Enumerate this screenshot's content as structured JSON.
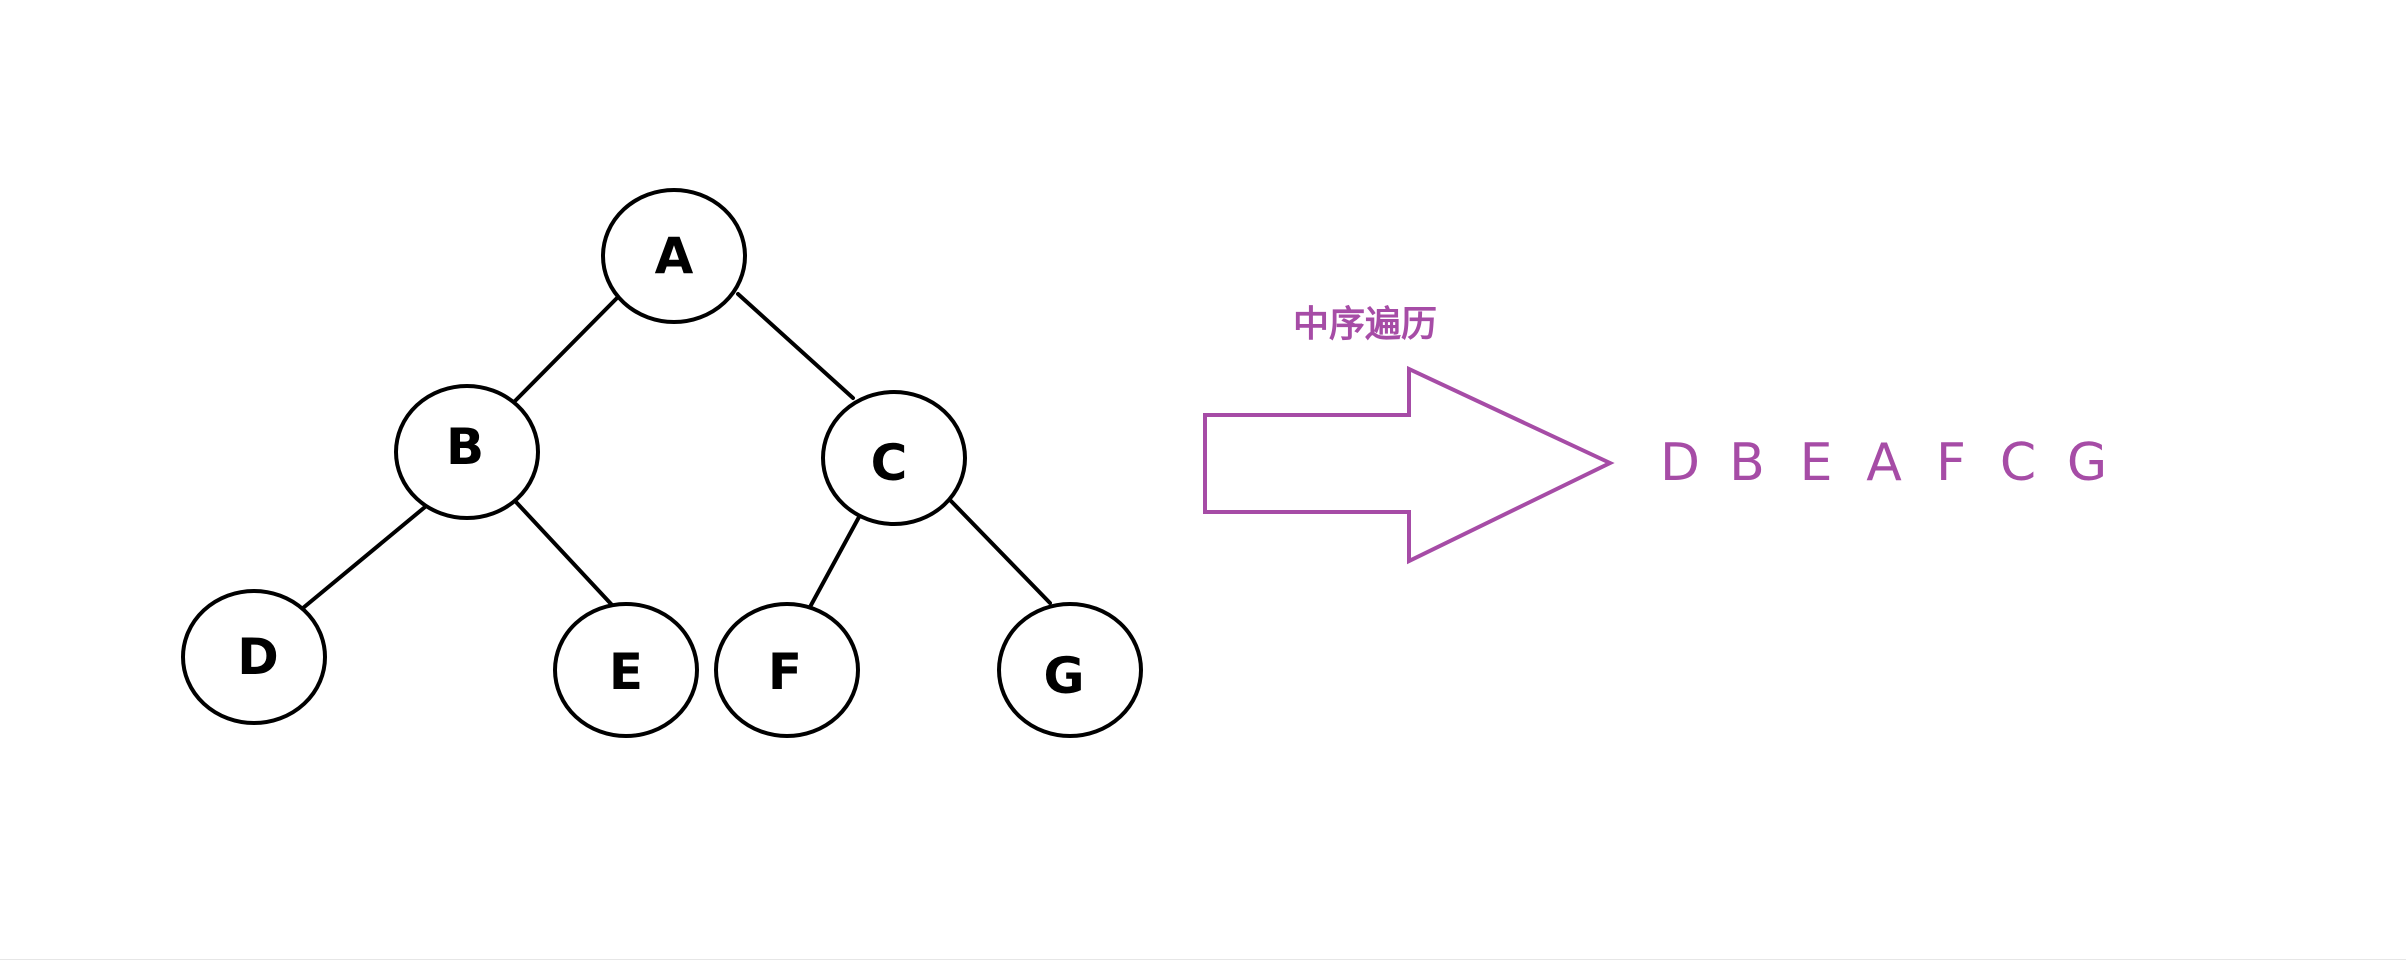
{
  "tree": {
    "nodes": [
      {
        "id": "A",
        "label": "A"
      },
      {
        "id": "B",
        "label": "B"
      },
      {
        "id": "C",
        "label": "C"
      },
      {
        "id": "D",
        "label": "D"
      },
      {
        "id": "E",
        "label": "E"
      },
      {
        "id": "F",
        "label": "F"
      },
      {
        "id": "G",
        "label": "G"
      }
    ],
    "edges": [
      {
        "from": "A",
        "to": "B"
      },
      {
        "from": "A",
        "to": "C"
      },
      {
        "from": "B",
        "to": "D"
      },
      {
        "from": "B",
        "to": "E"
      },
      {
        "from": "C",
        "to": "F"
      },
      {
        "from": "C",
        "to": "G"
      }
    ]
  },
  "arrow": {
    "label": "中序遍历"
  },
  "traversal": {
    "sequence": [
      "D",
      "B",
      "E",
      "A",
      "F",
      "C",
      "G"
    ]
  },
  "colors": {
    "accent": "#a64ca6",
    "node_stroke": "#000000"
  }
}
